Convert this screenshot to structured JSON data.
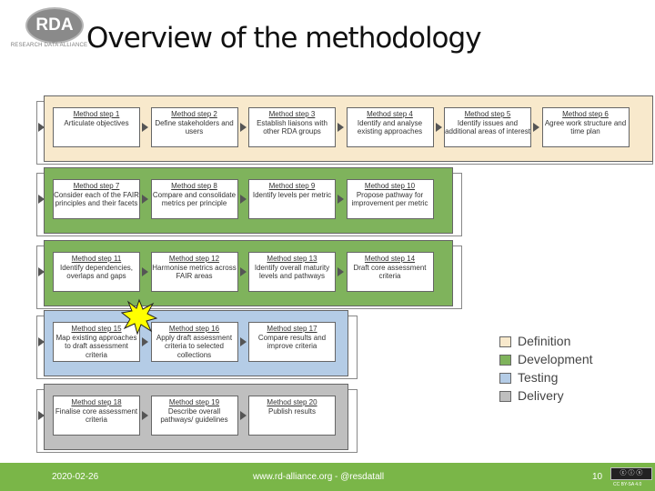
{
  "logo": {
    "text": "RDA",
    "subtitle": "RESEARCH DATA ALLIANCE"
  },
  "title": "Overview of the methodology",
  "colors": {
    "definition": "#f8e9cc",
    "development": "#7fb35c",
    "testing": "#b4cce6",
    "delivery": "#bfbfbf",
    "footer": "#7ab648"
  },
  "bands": [
    {
      "phase": "definition",
      "steps": [
        {
          "name": "Method step 1",
          "desc": "Articulate objectives"
        },
        {
          "name": "Method step 2",
          "desc": "Define stakeholders and users"
        },
        {
          "name": "Method step 3",
          "desc": "Establish liaisons with other RDA groups"
        },
        {
          "name": "Method step 4",
          "desc": "Identify and analyse existing approaches"
        },
        {
          "name": "Method step 5",
          "desc": "Identify issues and additional areas of interest"
        },
        {
          "name": "Method step 6",
          "desc": "Agree work structure and time plan"
        }
      ]
    },
    {
      "phase": "development",
      "steps": [
        {
          "name": "Method step 7",
          "desc": "Consider each of the FAIR principles and their facets"
        },
        {
          "name": "Method step 8",
          "desc": "Compare and consolidate metrics per principle"
        },
        {
          "name": "Method step 9",
          "desc": "Identify levels per metric"
        },
        {
          "name": "Method step 10",
          "desc": "Propose pathway for improvement per metric"
        }
      ]
    },
    {
      "phase": "development",
      "steps": [
        {
          "name": "Method step 11",
          "desc": "Identify dependencies, overlaps and gaps"
        },
        {
          "name": "Method step 12",
          "desc": "Harmonise metrics across FAIR areas"
        },
        {
          "name": "Method step 13",
          "desc": "Identify overall maturity levels and pathways"
        },
        {
          "name": "Method step 14",
          "desc": "Draft core assessment criteria"
        }
      ]
    },
    {
      "phase": "testing",
      "steps": [
        {
          "name": "Method step 15",
          "desc": "Map existing approaches to draft assessment criteria"
        },
        {
          "name": "Method step 16",
          "desc": "Apply draft assessment criteria to selected collections"
        },
        {
          "name": "Method step 17",
          "desc": "Compare results and improve criteria"
        }
      ]
    },
    {
      "phase": "delivery",
      "steps": [
        {
          "name": "Method step 18",
          "desc": "Finalise core assessment criteria"
        },
        {
          "name": "Method step 19",
          "desc": "Describe overall pathways/ guidelines"
        },
        {
          "name": "Method step 20",
          "desc": "Publish results"
        }
      ]
    }
  ],
  "legend": [
    {
      "label": "Definition",
      "phase": "definition"
    },
    {
      "label": "Development",
      "phase": "development"
    },
    {
      "label": "Testing",
      "phase": "testing"
    },
    {
      "label": "Delivery",
      "phase": "delivery"
    }
  ],
  "footer": {
    "date": "2020-02-26",
    "url": "www.rd-alliance.org - @resdatall",
    "page": "10",
    "license": "CC BY-SA 4.0"
  }
}
